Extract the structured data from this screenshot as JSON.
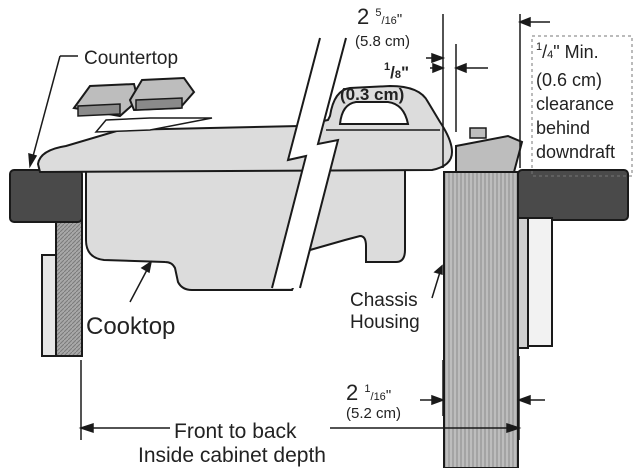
{
  "labels": {
    "countertop": "Countertop",
    "cooktop": "Cooktop",
    "chassis_line1": "Chassis",
    "chassis_line2": "Housing",
    "front_back_line1": "Front to back",
    "front_back_line2": "Inside cabinet depth"
  },
  "dimensions": {
    "top_gap": {
      "whole": "2",
      "num": "5",
      "den": "16",
      "unit": "\"",
      "metric": "(5.8 cm)"
    },
    "eighth": {
      "num": "1",
      "den": "8",
      "unit": "\"",
      "metric": "(0.3 cm)"
    },
    "bottom_gap": {
      "whole": "2",
      "num": "1",
      "den": "16",
      "unit": "\"",
      "metric": "(5.2 cm)"
    }
  },
  "clearance_note": {
    "num": "1",
    "den": "4",
    "rest": "\" Min.",
    "line2": "(0.6 cm)",
    "line3": "clearance",
    "line4": "behind",
    "line5": "downdraft"
  },
  "colors": {
    "line": "#1a1a1a",
    "cooktop_fill": "#dcdcdc",
    "counter_fill": "#4a4a4a",
    "cabinet_fill": "#9a9a9a",
    "chassis_fill": "#b8b8b8"
  }
}
